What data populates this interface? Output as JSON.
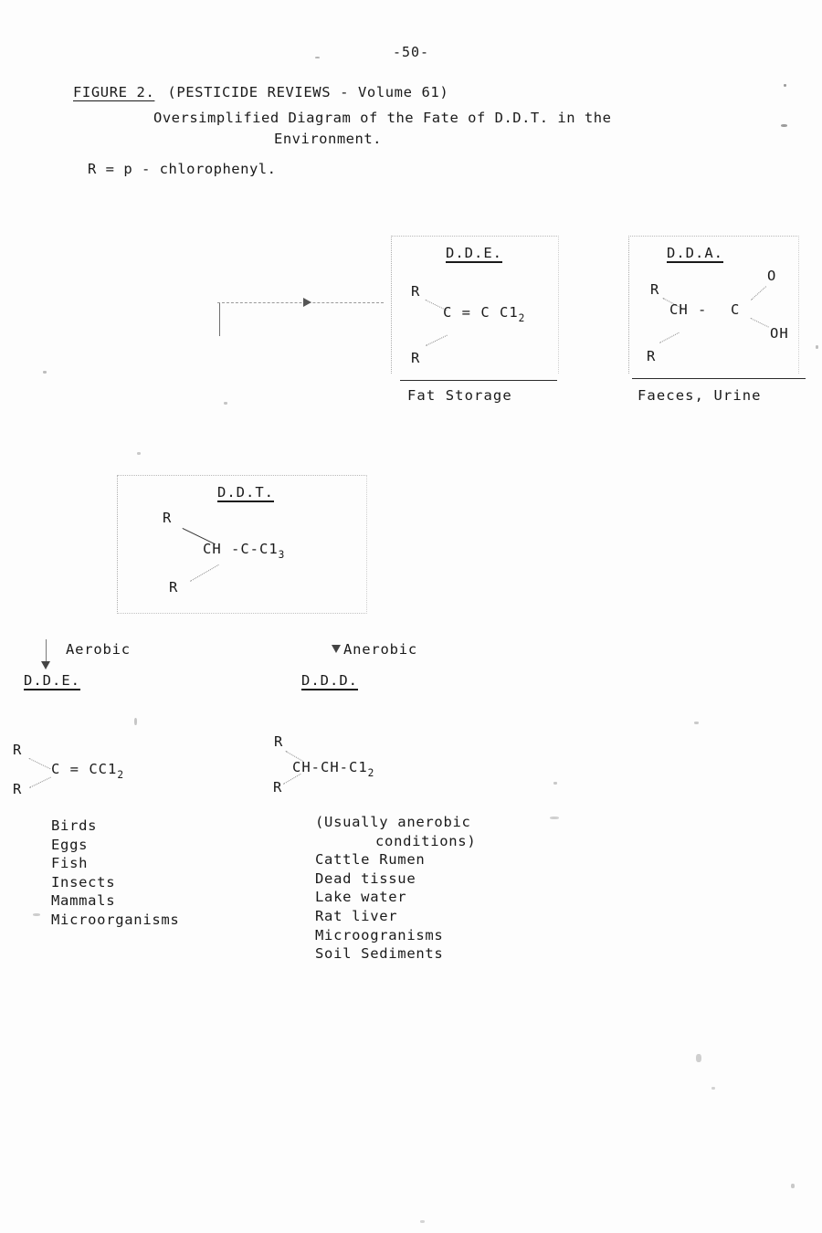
{
  "page": {
    "number": "-50-"
  },
  "header": {
    "figure_label": "FIGURE 2.",
    "figure_source": "(PESTICIDE REVIEWS - Volume 61)",
    "caption_line_1": "Oversimplified Diagram of the Fate of D.D.T. in the",
    "caption_line_2": "Environment.",
    "r_definition": "R = p - chlorophenyl."
  },
  "compounds": {
    "ddt": {
      "title": "D.D.T.",
      "r_top": "R",
      "r_bottom": "R",
      "formula_main": "CH -C-C1",
      "formula_sub": "3"
    },
    "dde_fat": {
      "title": "D.D.E.",
      "r_top": "R",
      "r_bottom": "R",
      "formula_main": "C = C C1",
      "formula_sub": "2",
      "fate": "Fat Storage"
    },
    "dda": {
      "title": "D.D.A.",
      "r_top": "R",
      "r_bottom": "R",
      "formula_ch": "CH -",
      "formula_c": "C",
      "atom_o": "O",
      "atom_oh": "OH",
      "fate": "Faeces, Urine"
    },
    "dde_aerobic": {
      "title": "D.D.E.",
      "r_top": "R",
      "r_bottom": "R",
      "formula_main": "C = CC1",
      "formula_sub": "2"
    },
    "ddd_anerobic": {
      "title": "D.D.D.",
      "r_top": "R",
      "r_bottom": "R",
      "formula_main": "CH-CH-C1",
      "formula_sub": "2"
    }
  },
  "branches": {
    "aerobic_label": "Aerobic",
    "anerobic_label": "Anerobic"
  },
  "lists": {
    "aerobic_organisms": [
      "Birds",
      "Eggs",
      "Fish",
      "Insects",
      "Mammals",
      "Microorganisms"
    ],
    "anerobic_note_line_1": "(Usually anerobic",
    "anerobic_note_line_2": "conditions)",
    "anerobic_sources": [
      "Cattle Rumen",
      "Dead tissue",
      "Lake water",
      "Rat liver",
      "Microogranisms",
      "Soil Sediments"
    ]
  },
  "colors": {
    "ink": "#1a1a1a",
    "paper": "#fdfdfd",
    "faint_border": "#b9b9b9"
  }
}
